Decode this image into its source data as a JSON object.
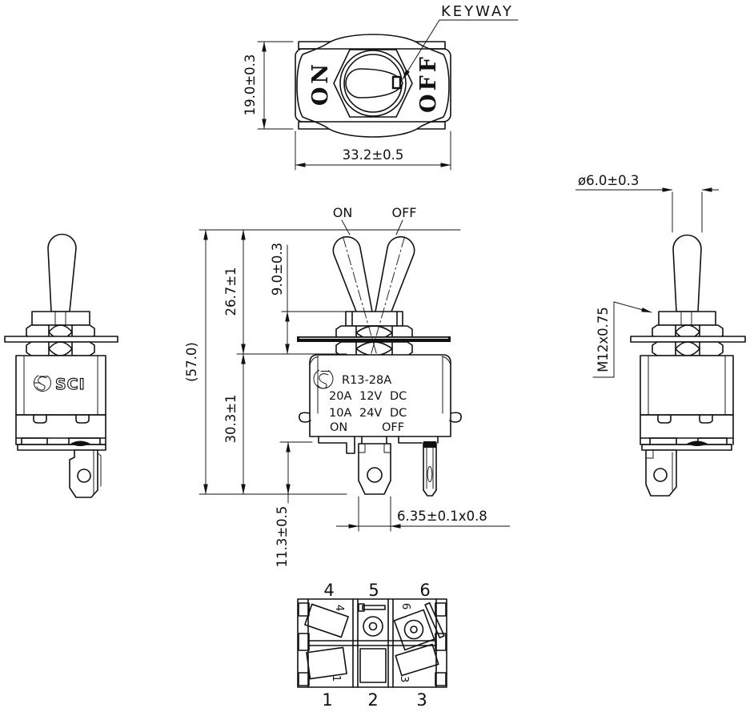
{
  "drawing": {
    "keyway": {
      "label": "KEYWAY"
    },
    "top_view": {
      "label_on": "ON",
      "label_off": "OFF",
      "dim_height": "19.0±0.3",
      "dim_width": "33.2±0.5"
    },
    "front_view": {
      "label_on": "ON",
      "label_off": "OFF",
      "dim_overall": "(57.0)",
      "dim_upper": "26.7±1",
      "dim_bushing": "9.0±0.3",
      "dim_body": "30.3±1",
      "dim_terminal_length": "11.3±0.5",
      "dim_terminal_size": "6.35±0.1x0.8",
      "marking": {
        "model": "R13-28A",
        "rating_12v": "20A 12V DC",
        "rating_24v": "10A 24V DC",
        "pos_on": "ON",
        "pos_off": "OFF"
      }
    },
    "left_view": {
      "brand": "SCI"
    },
    "right_view": {
      "dim_lever_diameter": "ø6.0±0.3",
      "dim_thread": "M12x0.75"
    },
    "bottom_view": {
      "terminals_top": [
        "4",
        "5",
        "6"
      ],
      "terminals_bottom": [
        "1",
        "2",
        "3"
      ],
      "inner_labels": {
        "tl": "4",
        "tr": "6",
        "bl": "1",
        "br": "3"
      }
    },
    "colors": {
      "line": "#111111",
      "background": "#ffffff"
    }
  }
}
